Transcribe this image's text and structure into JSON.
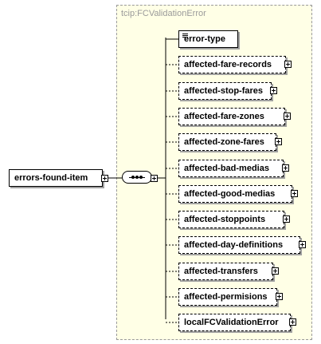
{
  "type_label": "tcip:FCValidationError",
  "root": {
    "label": "errors-found-item"
  },
  "children": [
    {
      "label": "error-type",
      "optional": false,
      "expandable": false
    },
    {
      "label": "affected-fare-records",
      "optional": true,
      "expandable": true
    },
    {
      "label": "affected-stop-fares",
      "optional": true,
      "expandable": true
    },
    {
      "label": "affected-fare-zones",
      "optional": true,
      "expandable": true
    },
    {
      "label": "affected-zone-fares",
      "optional": true,
      "expandable": true
    },
    {
      "label": "affected-bad-medias",
      "optional": true,
      "expandable": true
    },
    {
      "label": "affected-good-medias",
      "optional": true,
      "expandable": true
    },
    {
      "label": "affected-stoppoints",
      "optional": true,
      "expandable": true
    },
    {
      "label": "affected-day-definitions",
      "optional": true,
      "expandable": true
    },
    {
      "label": "affected-transfers",
      "optional": true,
      "expandable": true
    },
    {
      "label": "affected-permisions",
      "optional": true,
      "expandable": true
    },
    {
      "label": "localFCValidationError",
      "optional": true,
      "expandable": true
    }
  ],
  "colors": {
    "type_fill": "#ffffe6",
    "type_border": "#9a9a9a",
    "shadow": "#a0a0a0"
  }
}
